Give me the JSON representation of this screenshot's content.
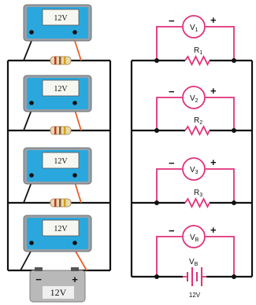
{
  "pictorial": {
    "meter_readings": [
      "12V",
      "12V",
      "12V",
      "12V"
    ],
    "battery": {
      "negative_sign": "−",
      "positive_sign": "+",
      "label": "12V"
    }
  },
  "schematic": {
    "meters": [
      {
        "letter": "V",
        "sub": "1",
        "neg": "−",
        "pos": "+"
      },
      {
        "letter": "V",
        "sub": "2",
        "neg": "−",
        "pos": "+"
      },
      {
        "letter": "V",
        "sub": "3",
        "neg": "−",
        "pos": "+"
      },
      {
        "letter": "V",
        "sub": "B",
        "neg": "−",
        "pos": "+"
      }
    ],
    "resistors": [
      {
        "letter": "R",
        "sub": "1"
      },
      {
        "letter": "R",
        "sub": "2"
      },
      {
        "letter": "R",
        "sub": "3"
      }
    ],
    "battery": {
      "letter": "V",
      "sub": "B",
      "value": "12V"
    }
  },
  "colors": {
    "wire": "#111111",
    "pink": "#e0317a",
    "meter_blue": "#2aa8de",
    "resistor": "#e8602a",
    "battery": "#b9b9b9"
  }
}
